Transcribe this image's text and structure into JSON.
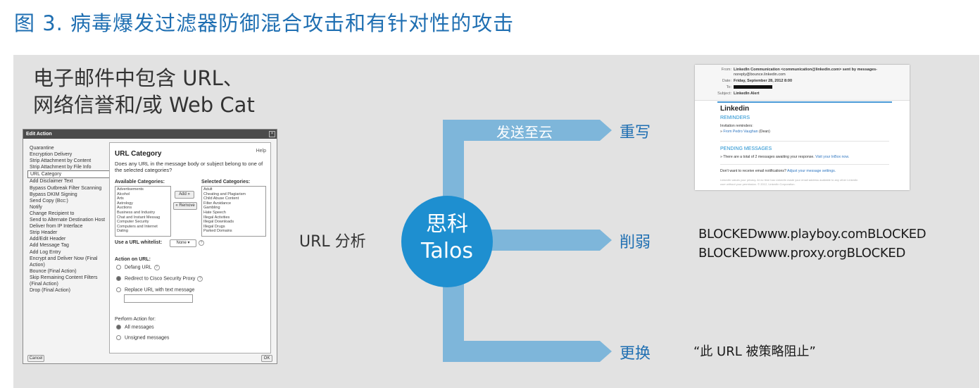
{
  "figure_title": "图 3.  病毒爆发过滤器防御混合攻击和有针对性的攻击",
  "left_title": [
    "电子邮件中包含 URL、",
    "网络信誉和/或 Web Cat"
  ],
  "dialog": {
    "title": "Edit Action",
    "actions": [
      "Quarantine",
      "Encryption Delivery",
      "Strip Attachment by Content",
      "Strip Attachment by File Info",
      "URL Category",
      "Add Disclaimer Text",
      "Bypass Outbreak Filter Scanning",
      "Bypass DKIM Signing",
      "Send Copy (Bcc:)",
      "Notify",
      "Change Recipient to",
      "Send to Alternate Destination Host",
      "Deliver from IP Interface",
      "Strip Header",
      "Add/Edit Header",
      "Add Message Tag",
      "Add Log Entry",
      "Encrypt and Deliver Now (Final",
      "Action)",
      "Bounce (Final Action)",
      "Skip Remaining Content Filters",
      "(Final Action)",
      "Drop (Final Action)"
    ],
    "selected_action": "URL Category",
    "heading": "URL Category",
    "help": "Help",
    "description": "Does any URL in the message body or subject belong to one of the selected categories?",
    "available_label": "Available Categories:",
    "available": [
      "Advertisements",
      "Alcohol",
      "Arts",
      "Astrology",
      "Auctions",
      "Business and Industry",
      "Chat and Instant Messag",
      "Computer Security",
      "Computers and Internet",
      "Dating"
    ],
    "add_btn": "Add »",
    "remove_btn": "« Remove",
    "selected_label": "Selected Categories:",
    "selected": [
      "Adult",
      "Cheating and Plagiarism",
      "Child Abuse Content",
      "Filter Avoidance",
      "Gambling",
      "Hate Speech",
      "Illegal Activities",
      "Illegal Downloads",
      "Illegal Drugs",
      "Parked Domains"
    ],
    "whitelist_label": "Use a URL whitelist:",
    "whitelist_value": "None",
    "action_label": "Action on URL:",
    "action_options": [
      "Defang URL",
      "Redirect to Cisco Security Proxy",
      "Replace URL with text message"
    ],
    "perform_label": "Perform Action for:",
    "perform_options": [
      "All messages",
      "Unsigned messages"
    ],
    "cancel": "Cancel",
    "ok": "OK"
  },
  "diagram": {
    "input_label": "URL 分析",
    "center": [
      "思科",
      "Talos"
    ],
    "cloud_label": "发送至云",
    "branches": [
      "重写",
      "削弱",
      "更换"
    ]
  },
  "email": {
    "from_key": "From:",
    "from_val": "LinkedIn Communication <communication@linkedin.com> sent by messages-",
    "from_val2": "noreply@bounce.linkedin.com",
    "date_key": "Date:",
    "date_val": "Friday, September 28, 2012 8:00",
    "to_key": "To:",
    "subject_key": "Subject:",
    "subject_val": "LinkedIn Alert",
    "brand": "Linkedin",
    "reminders": "REMINDERS",
    "invitation": "Invitation reminders:",
    "from_person_prefix": "» ",
    "from_person": "From Pedro Vaughan",
    "from_person_suffix": " (Dean)",
    "pending": "PENDING MESSAGES",
    "pending_text": "» There are a total of 2 messages awaiting your response. ",
    "pending_link": "Visit your InBox now.",
    "unsub": "Don't want to receive email notifications? ",
    "unsub_link": "Adjust your message settings.",
    "footer1": "LinkedIn values your privacy. At no time has LinkedIn made your email address available to any other LinkedIn",
    "footer2": "user without your permission. © 2012, LinkedIn Corporation."
  },
  "results": {
    "blocked": [
      "BLOCKEDwww.playboy.comBLOCKED",
      "BLOCKEDwww.proxy.orgBLOCKED"
    ],
    "replacement": "“此 URL 被策略阻止”"
  }
}
